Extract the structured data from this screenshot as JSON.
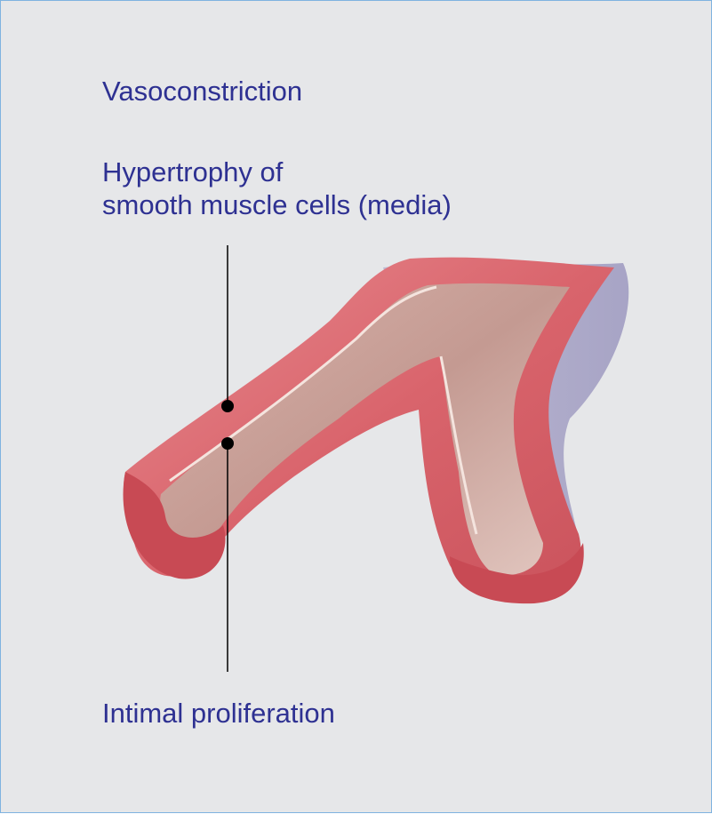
{
  "labels": {
    "vasoconstriction": "Vasoconstriction",
    "hypertrophy_line1": "Hypertrophy of",
    "hypertrophy_line2": "smooth muscle cells (media)",
    "intimal": "Intimal proliferation"
  },
  "colors": {
    "background": "#e6e7e9",
    "border": "#7fb3e0",
    "text": "#2e3192",
    "vessel_wall": "#d9686f",
    "vessel_lumen": "#c9a19a",
    "adventitia": "#a7a4c6",
    "marker": "#000000"
  }
}
